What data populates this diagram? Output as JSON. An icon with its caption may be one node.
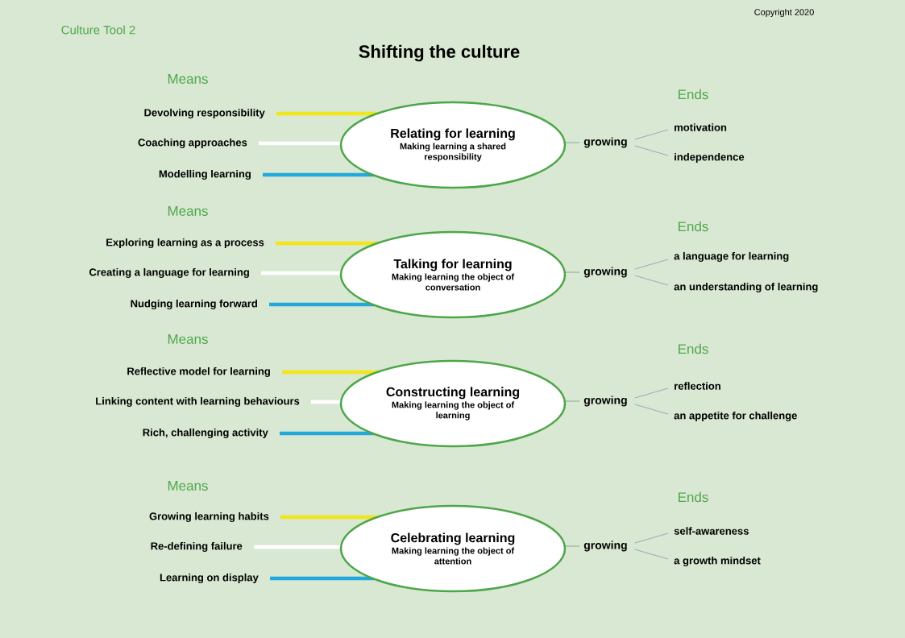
{
  "diagram": {
    "title": "Shifting the culture",
    "nodes": [
      {
        "text": [
          "Relating for learning",
          "Making learning a shared responsibility"
        ]
      },
      {
        "text": [
          "Devolving responsibility"
        ]
      },
      {
        "text": [
          "Coaching approaches"
        ]
      },
      {
        "text": [
          "Modelling learning"
        ]
      },
      {
        "text": [
          "growing"
        ]
      },
      {
        "text": [
          "motivation"
        ]
      },
      {
        "text": [
          "independence"
        ]
      },
      {
        "text": [
          "Talking for learning",
          "Making learning the object of conversation"
        ]
      },
      {
        "text": [
          "Exploring learning as a process"
        ]
      },
      {
        "text": [
          "Creating a language for learning"
        ]
      },
      {
        "text": [
          "Nudging learning forward"
        ]
      },
      {
        "text": [
          "growing"
        ]
      },
      {
        "text": [
          "a language for learning"
        ]
      },
      {
        "text": [
          "an understanding of learning"
        ]
      },
      {
        "text": [
          "Constructing learning",
          "Making learning the object of learning"
        ]
      },
      {
        "text": [
          "Reflective model for learning"
        ]
      },
      {
        "text": [
          "Linking content with learning behaviours"
        ]
      },
      {
        "text": [
          "Rich, challenging activity"
        ]
      },
      {
        "text": [
          "growing"
        ]
      },
      {
        "text": [
          "reflection"
        ]
      },
      {
        "text": [
          "an appetite for challenge"
        ]
      },
      {
        "text": [
          "Celebrating learning",
          "Making learning the object of attention"
        ]
      },
      {
        "text": [
          "Growing learning habits"
        ]
      },
      {
        "text": [
          "Re-defining failure"
        ]
      },
      {
        "text": [
          "Learning on display"
        ]
      },
      {
        "text": [
          "growing"
        ]
      },
      {
        "text": [
          "self-awareness"
        ]
      },
      {
        "text": [
          "a growth mindset"
        ]
      }
    ],
    "edges": [
      {
        "from": 1,
        "to": 0,
        "arrow": "none",
        "style": "thick",
        "color": "#f2e51a"
      },
      {
        "from": 2,
        "to": 0,
        "arrow": "none",
        "style": "thick",
        "color": "#ffffff"
      },
      {
        "from": 3,
        "to": 0,
        "arrow": "none",
        "style": "thick",
        "color": "#21a8dc"
      },
      {
        "from": 0,
        "to": 4,
        "arrow": "none",
        "color": "#6f9a86"
      },
      {
        "from": 4,
        "to": 5,
        "arrow": "none",
        "color": "#7f9cb8"
      },
      {
        "from": 4,
        "to": 6,
        "arrow": "none",
        "color": "#7f9cb8"
      },
      {
        "from": 8,
        "to": 7,
        "arrow": "none",
        "style": "thick",
        "color": "#f2e51a"
      },
      {
        "from": 9,
        "to": 7,
        "arrow": "none",
        "style": "thick",
        "color": "#ffffff"
      },
      {
        "from": 10,
        "to": 7,
        "arrow": "none",
        "style": "thick",
        "color": "#21a8dc"
      },
      {
        "from": 7,
        "to": 11,
        "arrow": "none",
        "color": "#6f9a86"
      },
      {
        "from": 11,
        "to": 12,
        "arrow": "none",
        "color": "#7f9cb8"
      },
      {
        "from": 11,
        "to": 13,
        "arrow": "none",
        "color": "#7f9cb8"
      },
      {
        "from": 15,
        "to": 14,
        "arrow": "none",
        "style": "thick",
        "color": "#f2e51a"
      },
      {
        "from": 16,
        "to": 14,
        "arrow": "none",
        "style": "thick",
        "color": "#ffffff"
      },
      {
        "from": 17,
        "to": 14,
        "arrow": "none",
        "style": "thick",
        "color": "#21a8dc"
      },
      {
        "from": 14,
        "to": 18,
        "arrow": "none",
        "color": "#6f9a86"
      },
      {
        "from": 18,
        "to": 19,
        "arrow": "none",
        "color": "#7f9cb8"
      },
      {
        "from": 18,
        "to": 20,
        "arrow": "none",
        "color": "#7f9cb8"
      },
      {
        "from": 22,
        "to": 21,
        "arrow": "none",
        "style": "thick",
        "color": "#f2e51a"
      },
      {
        "from": 23,
        "to": 21,
        "arrow": "none",
        "style": "thick",
        "color": "#ffffff"
      },
      {
        "from": 24,
        "to": 21,
        "arrow": "none",
        "style": "thick",
        "color": "#21a8dc"
      },
      {
        "from": 21,
        "to": 25,
        "arrow": "none",
        "color": "#6f9a86"
      },
      {
        "from": 25,
        "to": 26,
        "arrow": "none",
        "color": "#7f9cb8"
      },
      {
        "from": 25,
        "to": 27,
        "arrow": "none",
        "color": "#7f9cb8"
      }
    ],
    "labels": [
      "Copyright 2020",
      "Culture Tool 2",
      "Means",
      "Ends",
      "Means",
      "Ends",
      "Means",
      "Ends",
      "Means",
      "Ends"
    ]
  }
}
